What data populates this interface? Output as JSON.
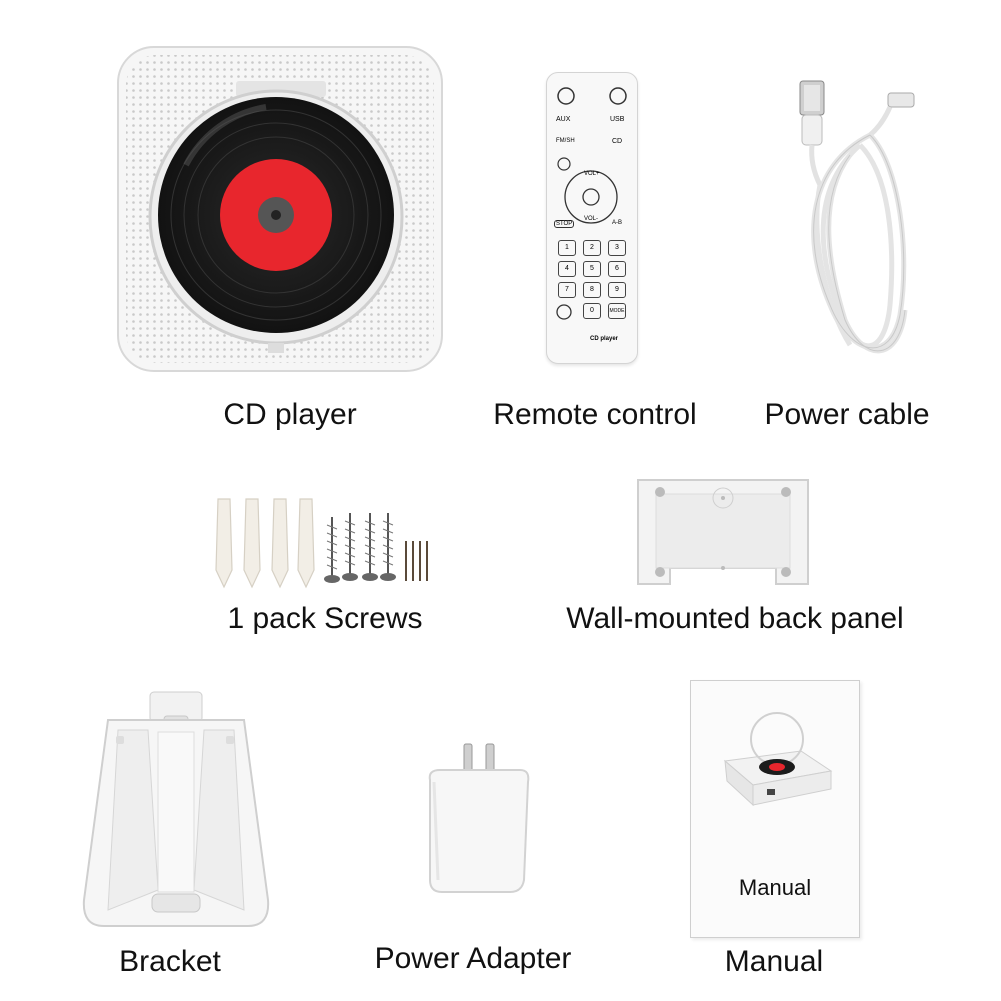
{
  "captions": {
    "cd_player": "CD player",
    "remote": "Remote control",
    "cable": "Power cable",
    "screws": "1 pack Screws",
    "back_panel": "Wall-mounted back panel",
    "bracket": "Bracket",
    "adapter": "Power Adapter",
    "manual": "Manual"
  },
  "remote_labels": {
    "aux": "AUX",
    "usb": "USB",
    "fm": "FM/SH",
    "cd": "CD",
    "vol_up": "VOL+",
    "vol_down": "VOL-",
    "stop": "STOP",
    "ab": "A-B",
    "mode": "MODE",
    "digits": [
      "1",
      "2",
      "3",
      "4",
      "5",
      "6",
      "7",
      "8",
      "9",
      "0"
    ],
    "brand": "CD player"
  },
  "manual_cover_text": "Manual",
  "colors": {
    "label_red": "#e8262d",
    "vinyl": "#1c1c1c",
    "body_white": "#f4f4f4"
  }
}
